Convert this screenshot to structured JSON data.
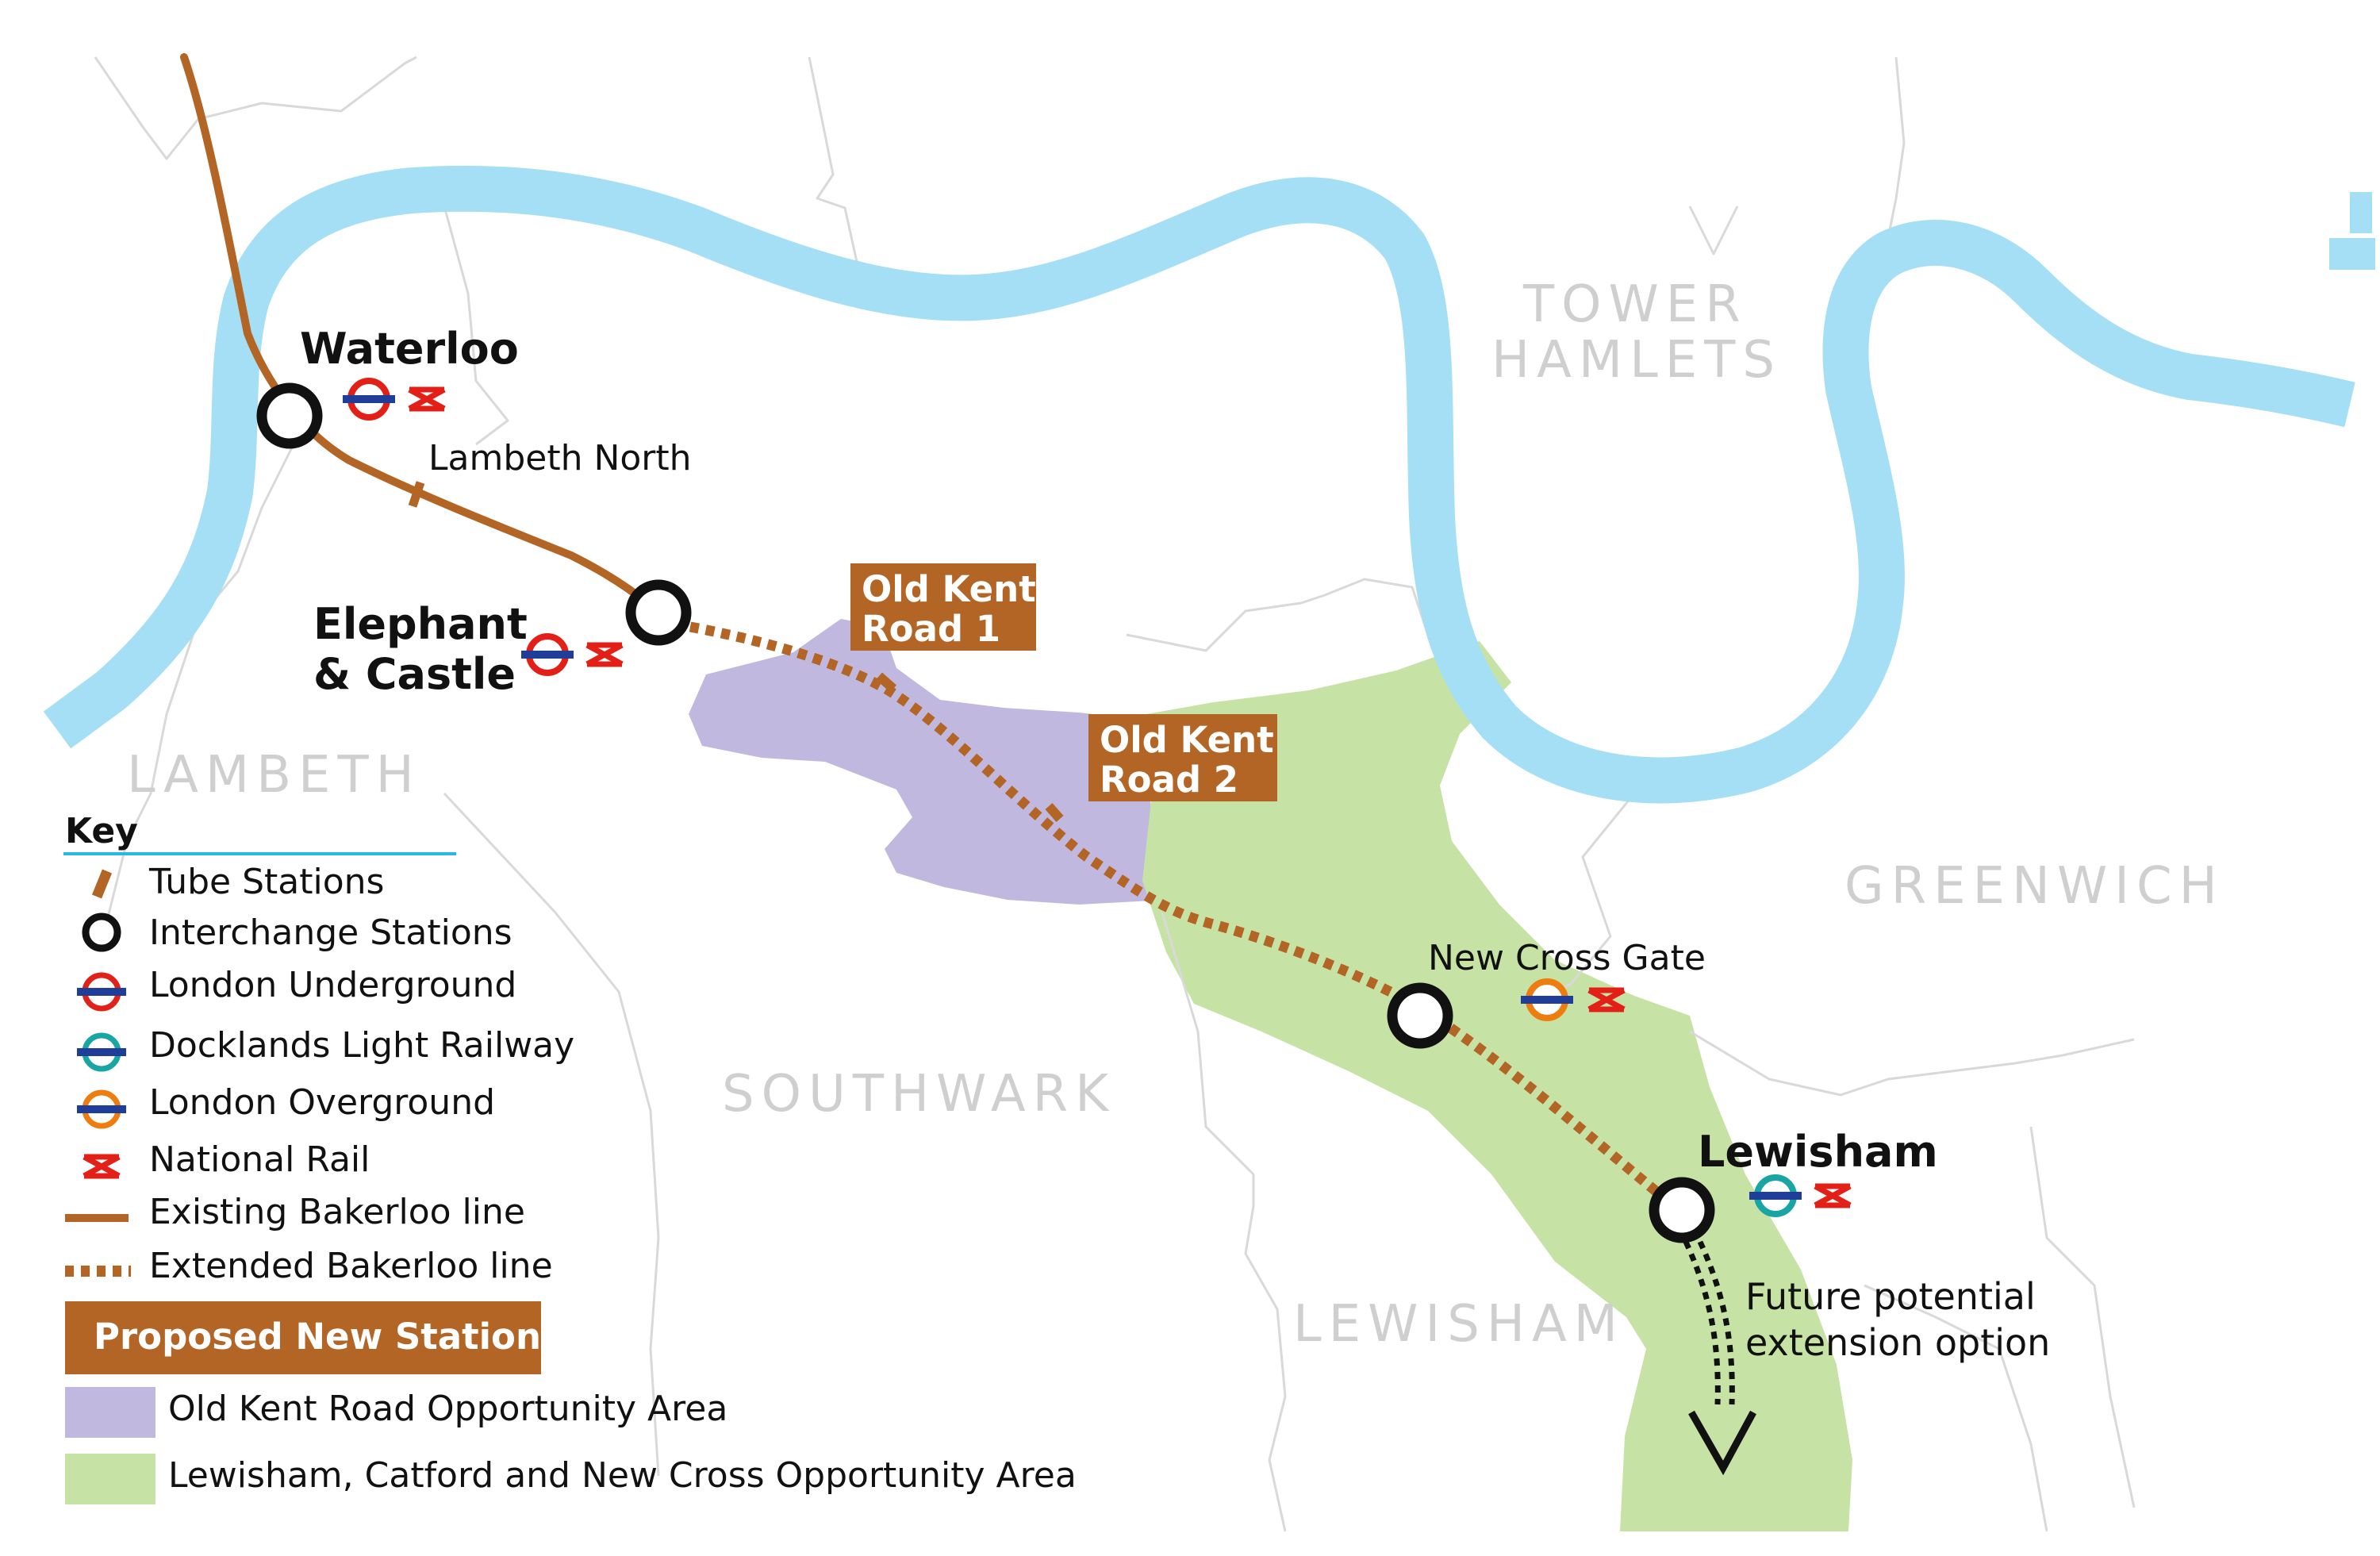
{
  "colors": {
    "bakerloo": "#b26525",
    "river": "#a5dff5",
    "old_kent_area": "#c0b8de",
    "lewisham_area": "#c6e3a5",
    "underground_red": "#e32017",
    "underground_blue": "#1f3e9a",
    "dlr_teal": "#1aa5a5",
    "overground_orange": "#ee7c0e",
    "national_rail_red": "#e32017",
    "borough_label": "#cfcfcf",
    "key_rule": "#27b7e8"
  },
  "boroughs": {
    "tower_hamlets_1": "TOWER",
    "tower_hamlets_2": "HAMLETS",
    "lambeth": "LAMBETH",
    "southwark": "SOUTHWARK",
    "greenwich": "GREENWICH",
    "lewisham": "LEWISHAM"
  },
  "stations": {
    "waterloo": {
      "label": "Waterloo",
      "type": "interchange",
      "services": [
        "underground-roundel-icon",
        "national-rail-icon"
      ]
    },
    "lambeth_north": {
      "label": "Lambeth North",
      "type": "tube"
    },
    "elephant_castle": {
      "label_1": "Elephant",
      "label_2": "& Castle",
      "type": "interchange",
      "services": [
        "underground-roundel-icon",
        "national-rail-icon"
      ]
    },
    "new_cross_gate": {
      "label": "New Cross Gate",
      "type": "interchange",
      "services": [
        "overground-roundel-icon",
        "national-rail-icon"
      ]
    },
    "lewisham": {
      "label": "Lewisham",
      "type": "interchange",
      "services": [
        "dlr-roundel-icon",
        "national-rail-icon"
      ]
    }
  },
  "proposed_stations": {
    "old_kent_road_1": {
      "line_1": "Old Kent",
      "line_2": "Road 1"
    },
    "old_kent_road_2": {
      "line_1": "Old Kent",
      "line_2": "Road 2"
    }
  },
  "extension_note": {
    "line_1": "Future potential",
    "line_2": "extension option"
  },
  "key": {
    "title": "Key",
    "items": [
      {
        "id": "tube",
        "label": "Tube Stations",
        "icon": "tube-tick-icon"
      },
      {
        "id": "interchange",
        "label": "Interchange Stations",
        "icon": "interchange-circle-icon"
      },
      {
        "id": "underground",
        "label": "London Underground",
        "icon": "underground-roundel-icon"
      },
      {
        "id": "dlr",
        "label": "Docklands Light Railway",
        "icon": "dlr-roundel-icon"
      },
      {
        "id": "overground",
        "label": "London Overground",
        "icon": "overground-roundel-icon"
      },
      {
        "id": "national_rail",
        "label": "National Rail",
        "icon": "national-rail-icon"
      },
      {
        "id": "existing",
        "label": "Existing Bakerloo line",
        "icon": "solid-line-icon"
      },
      {
        "id": "extended",
        "label": "Extended Bakerloo line",
        "icon": "dashed-line-icon"
      }
    ],
    "proposed_label": "Proposed New Stations",
    "areas": [
      {
        "id": "old_kent",
        "label": "Old Kent Road Opportunity Area"
      },
      {
        "id": "lewisham",
        "label": "Lewisham, Catford and New Cross Opportunity Area"
      }
    ]
  }
}
